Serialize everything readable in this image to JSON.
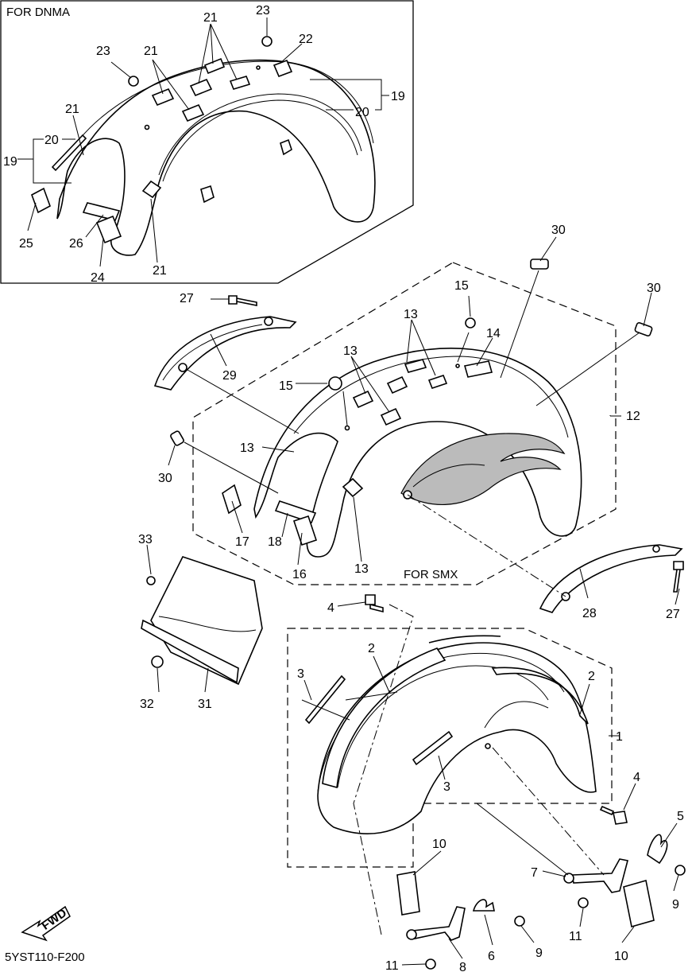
{
  "inset_title": "FOR DNMA",
  "smx_title": "FOR SMX",
  "diagram_code": "5YST110-F200",
  "fwd_label": "FWD",
  "callouts": {
    "c1": "1",
    "c2a": "2",
    "c2b": "2",
    "c3a": "3",
    "c3b": "3",
    "c4a": "4",
    "c4b": "4",
    "c5": "5",
    "c6": "6",
    "c7": "7",
    "c8": "8",
    "c9a": "9",
    "c9b": "9",
    "c10a": "10",
    "c10b": "10",
    "c11a": "11",
    "c11b": "11",
    "c12": "12",
    "c13a": "13",
    "c13b": "13",
    "c13c": "13",
    "c13d": "13",
    "c14": "14",
    "c15a": "15",
    "c15b": "15",
    "c16": "16",
    "c17": "17",
    "c18": "18",
    "c19a": "19",
    "c19b": "19",
    "c20a": "20",
    "c20b": "20",
    "c21a": "21",
    "c21b": "21",
    "c21c": "21",
    "c21d": "21",
    "c22": "22",
    "c23a": "23",
    "c23b": "23",
    "c24": "24",
    "c25": "25",
    "c26": "26",
    "c27a": "27",
    "c27b": "27",
    "c28": "28",
    "c29": "29",
    "c30a": "30",
    "c30b": "30",
    "c31": "31",
    "c32": "32",
    "c33": "33"
  }
}
